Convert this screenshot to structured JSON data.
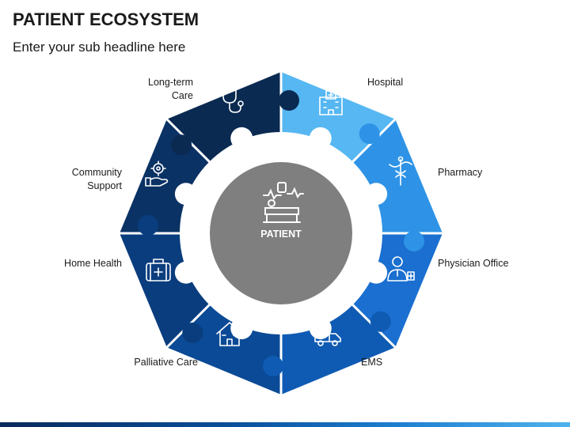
{
  "header": {
    "title": "PATIENT ECOSYSTEM",
    "subtitle": "Enter your sub headline here"
  },
  "center": {
    "label": "PATIENT",
    "icon": "hospital-bed-icon"
  },
  "segments": [
    {
      "key": "hospital",
      "label": "Hospital",
      "icon": "hospital-building-icon",
      "color": "#56b7f2"
    },
    {
      "key": "pharmacy",
      "label": "Pharmacy",
      "icon": "caduceus-icon",
      "color": "#2e93e6"
    },
    {
      "key": "physician-office",
      "label": "Physician Office",
      "icon": "doctor-icon",
      "color": "#1a6fd0"
    },
    {
      "key": "ems",
      "label": "EMS",
      "icon": "ambulance-icon",
      "color": "#0f5bb4"
    },
    {
      "key": "palliative-care",
      "label": "Palliative Care",
      "icon": "house-icon",
      "color": "#0b4a96"
    },
    {
      "key": "home-health",
      "label": "Home Health",
      "icon": "medical-kit-icon",
      "color": "#0a3d7e"
    },
    {
      "key": "community-support",
      "label": "Community\nSupport",
      "icon": "gear-hand-icon",
      "color": "#0a3264"
    },
    {
      "key": "long-term-care",
      "label": "Long-term\nCare",
      "icon": "stethoscope-icon",
      "color": "#0a2a52"
    }
  ],
  "colors": {
    "center_circle": "#7f7f7f",
    "ring": "#ffffff",
    "bottom_bar": "#0a4e9a"
  }
}
